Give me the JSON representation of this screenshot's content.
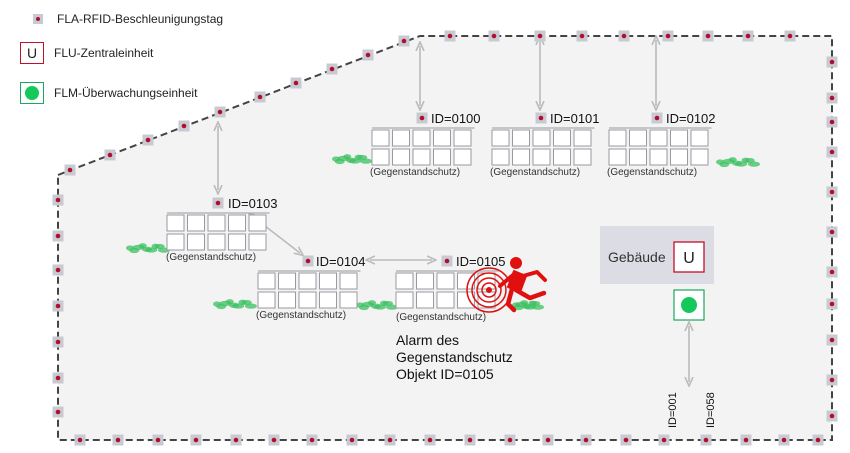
{
  "legend": {
    "tag_label": "FLA-RFID-Beschleunigungstag",
    "central_label": "FLU-Zentraleinheit",
    "monitor_label": "FLM-Überwachungseinheit",
    "central_symbol": "U"
  },
  "groups": [
    {
      "id_label": "ID=0100",
      "sub_label": "(Gegenstandschutz)"
    },
    {
      "id_label": "ID=0101",
      "sub_label": "(Gegenstandschutz)"
    },
    {
      "id_label": "ID=0102",
      "sub_label": "(Gegenstandschutz)"
    },
    {
      "id_label": "ID=0103",
      "sub_label": "(Gegenstandschutz)"
    },
    {
      "id_label": "ID=0104",
      "sub_label": "(Gegenstandschutz)"
    },
    {
      "id_label": "ID=0105",
      "sub_label": "(Gegenstandschutz)"
    }
  ],
  "building": {
    "label": "Gebäude",
    "symbol": "U"
  },
  "alarm": {
    "line1": "Alarm des",
    "line2": "Gegenstandschutz",
    "line3": "Objekt ID=0105"
  },
  "vertical_ids": [
    "ID=001",
    "ID=058"
  ],
  "colors": {
    "tag_square": "#c9c9d3",
    "tag_dot": "#b0102a",
    "floor_fill": "#f3f3f3",
    "outline": "#444444",
    "arrow": "#bbbbbb",
    "alarm_red": "#e01010",
    "grass_green": "#3cc060",
    "monitor_green": "#14c85a",
    "building_bg": "#dcdce4"
  }
}
